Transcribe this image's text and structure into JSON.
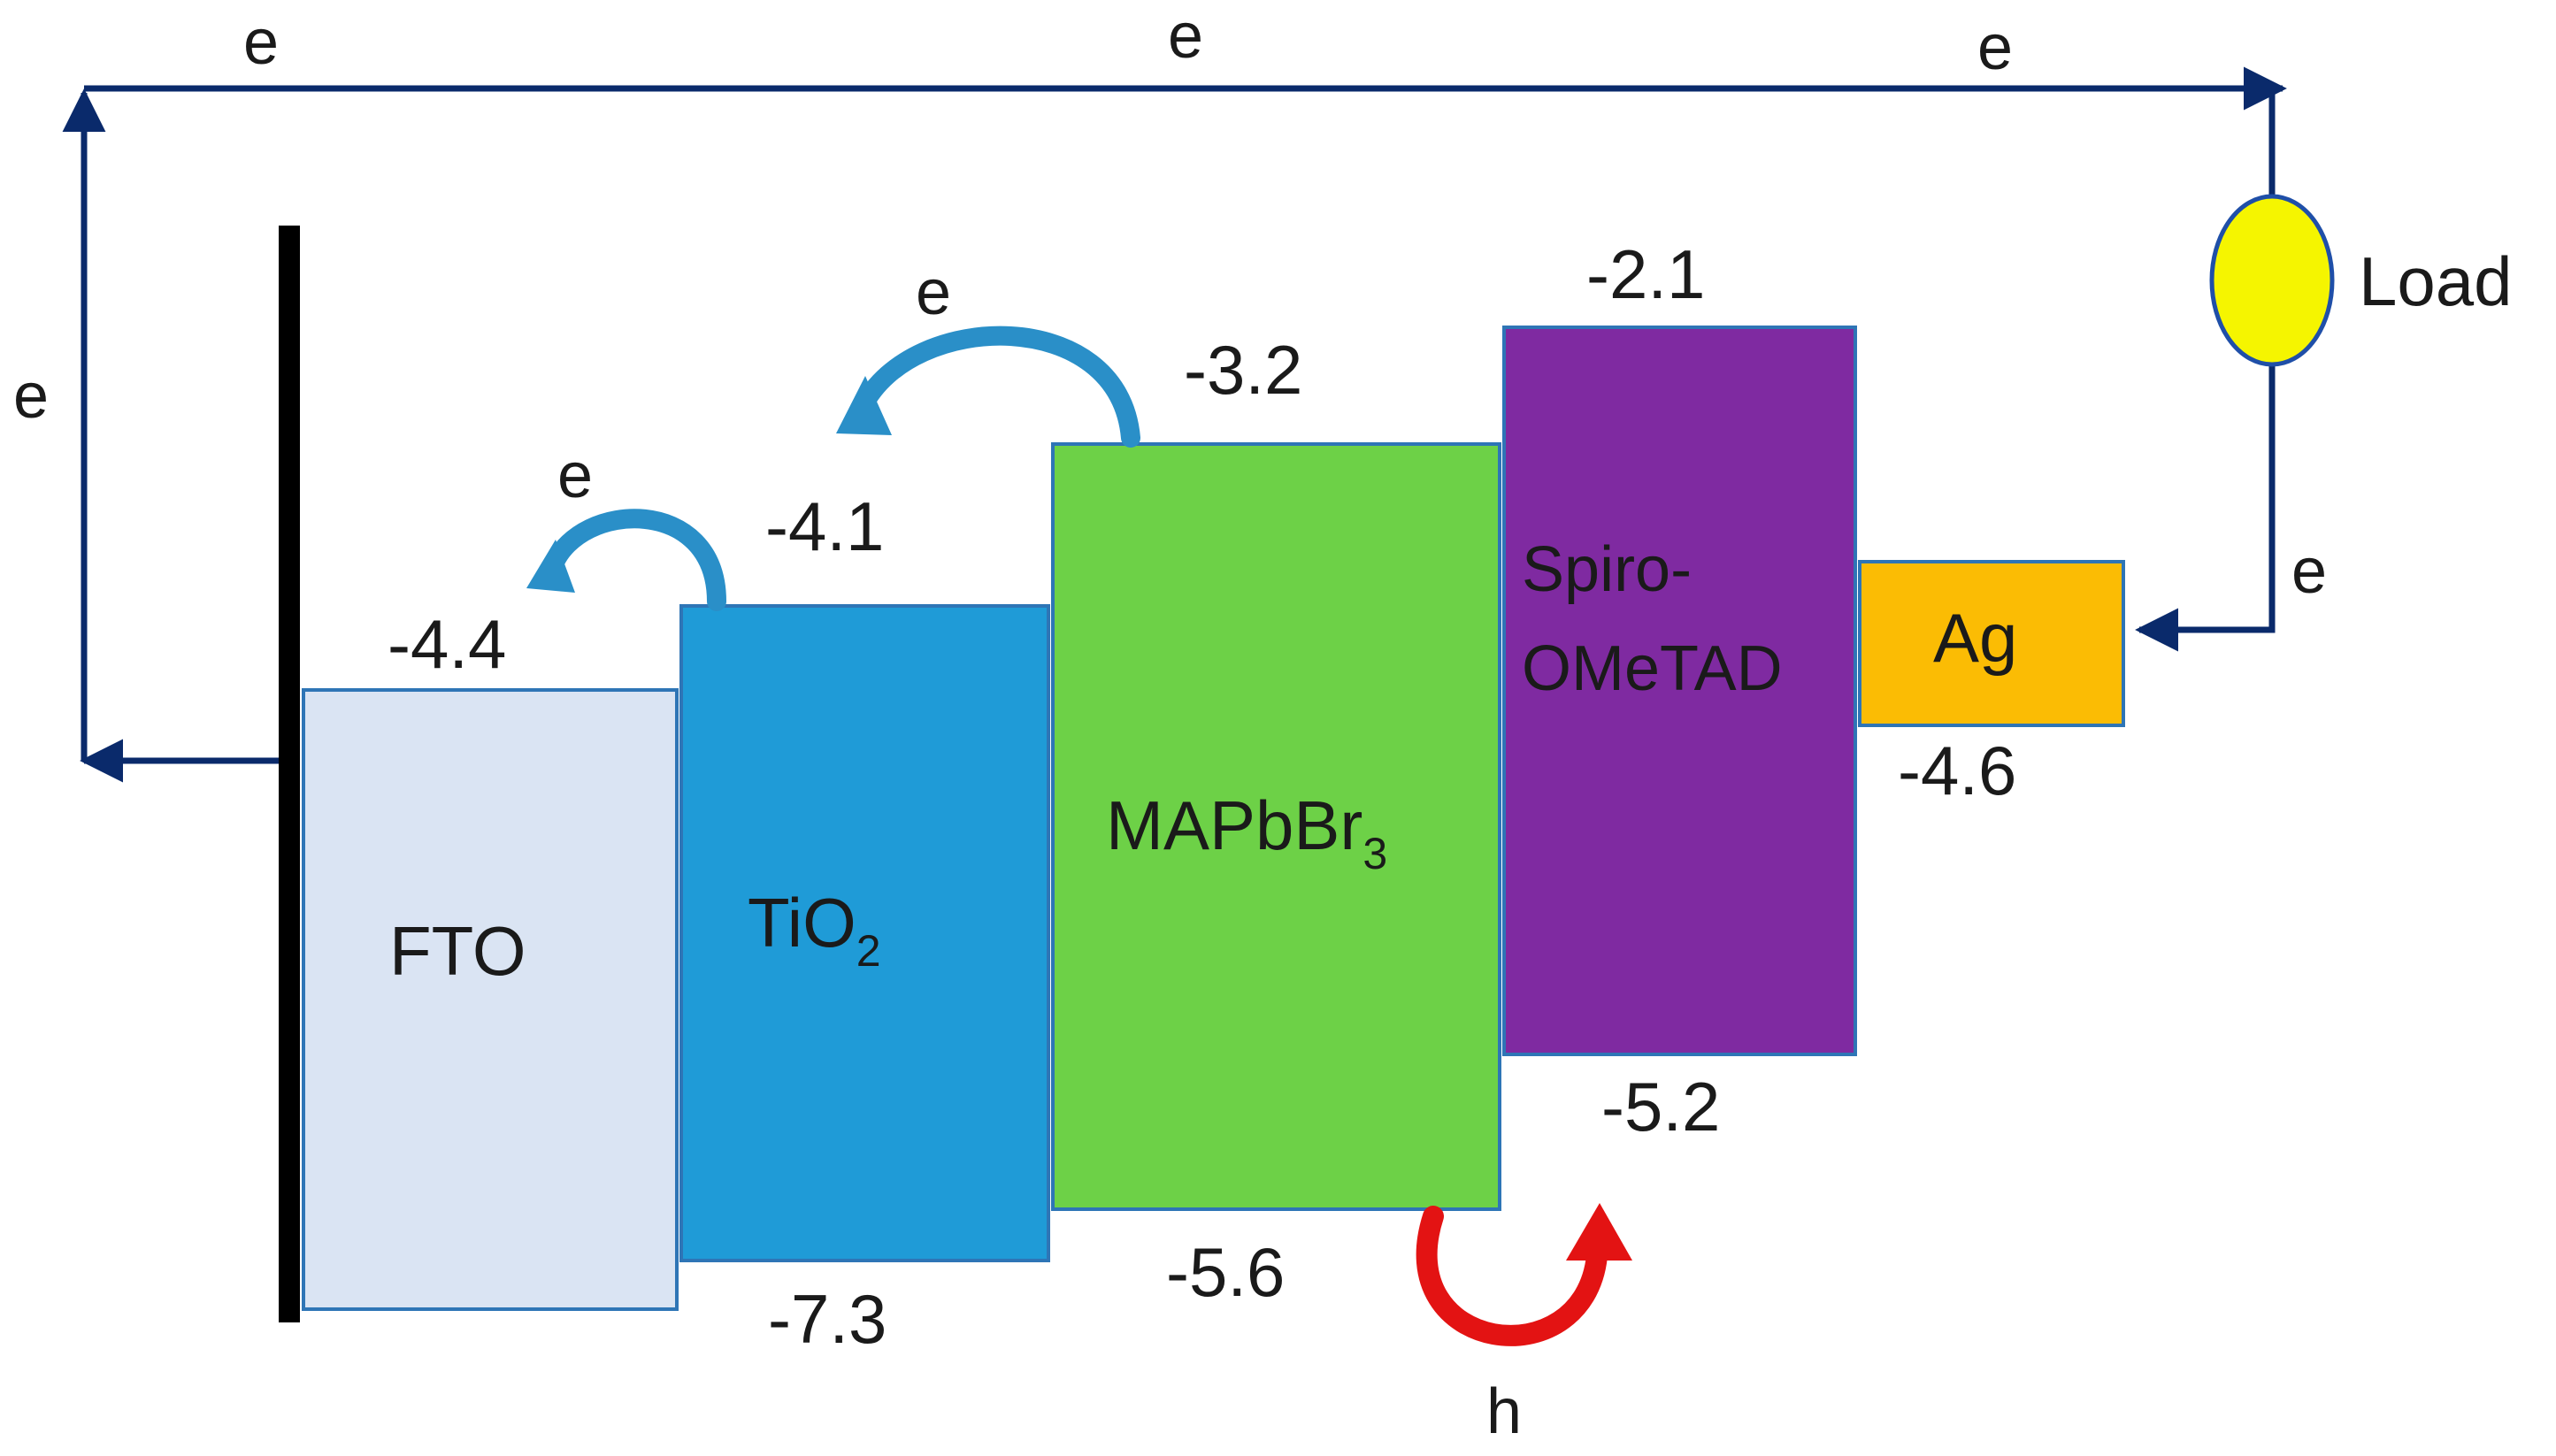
{
  "layers": [
    {
      "id": "fto",
      "label": "FTO",
      "top_level": "-4.4",
      "color": "#dae4f3"
    },
    {
      "id": "tio2",
      "label": "TiO",
      "label_sub": "2",
      "top_level": "-4.1",
      "bottom_level": "-7.3",
      "color": "#1f9bd7"
    },
    {
      "id": "mapb",
      "label": "MAPbBr",
      "label_sub": "3",
      "top_level": "-3.2",
      "bottom_level": "-5.6",
      "color": "#6dd147"
    },
    {
      "id": "spiro",
      "label_line1": "Spiro-",
      "label_line2": "OMeTAD",
      "top_level": "-2.1",
      "bottom_level": "-5.2",
      "color": "#7f2aa1"
    },
    {
      "id": "ag",
      "label": "Ag",
      "bottom_level": "-4.6",
      "color": "#fbbc04"
    }
  ],
  "circuit": {
    "electron_label": "e",
    "hole_label": "h",
    "load_label": "Load",
    "wire_color": "#0a2a6b",
    "load_color": "#f5f500",
    "electron_arrow_color": "#2a8fc8",
    "hole_arrow_color": "#e31313",
    "electrode_color": "#000000"
  }
}
